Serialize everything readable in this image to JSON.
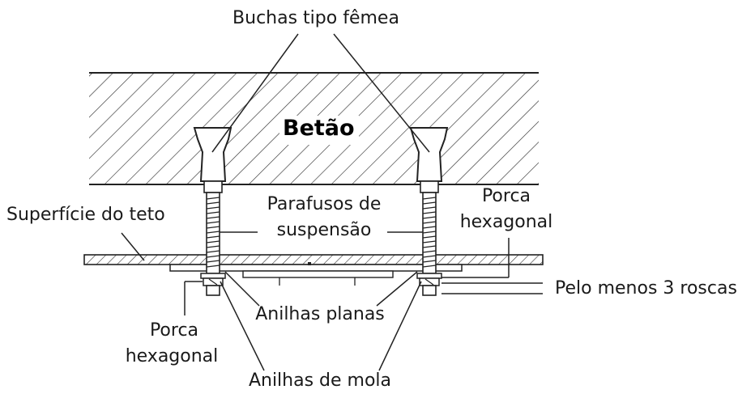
{
  "labels": {
    "buchas": "Buchas tipo fêmea",
    "betao": "Betão",
    "parafusos_line1": "Parafusos de",
    "parafusos_line2": "suspensão",
    "superficie": "Superfície do teto",
    "porca_right_line1": "Porca",
    "porca_right_line2": "hexagonal",
    "pelo_menos": "Pelo menos 3 roscas",
    "anilhas_planas": "Anilhas planas",
    "porca_left_line1": "Porca",
    "porca_left_line2": "hexagonal",
    "anilhas_mola": "Anilhas de mola"
  },
  "colors": {
    "line": "#222222",
    "fill": "#ffffff"
  }
}
